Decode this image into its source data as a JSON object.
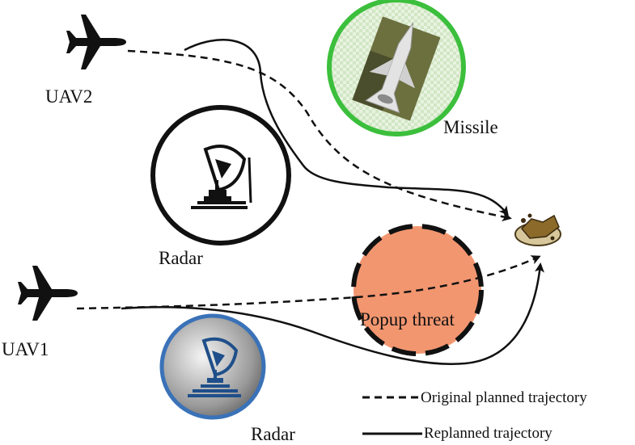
{
  "labels": {
    "uav2": "UAV2",
    "uav1": "UAV1",
    "radar_top": "Radar",
    "radar_bottom": "Radar",
    "missile": "Missile",
    "popup_threat": "Popup threat"
  },
  "legend": {
    "original": "Original planned trajectory",
    "replanned": "Replanned trajectory"
  },
  "icons": {
    "uav": "airplane-icon",
    "radar": "radar-dish-icon",
    "missile": "missile-icon",
    "target": "target-icon"
  },
  "colors": {
    "missile_ring": "#3cbf3c",
    "radar_bottom_ring": "#3a72b8",
    "popup_threat_fill": "#f29670",
    "line": "#111111"
  }
}
